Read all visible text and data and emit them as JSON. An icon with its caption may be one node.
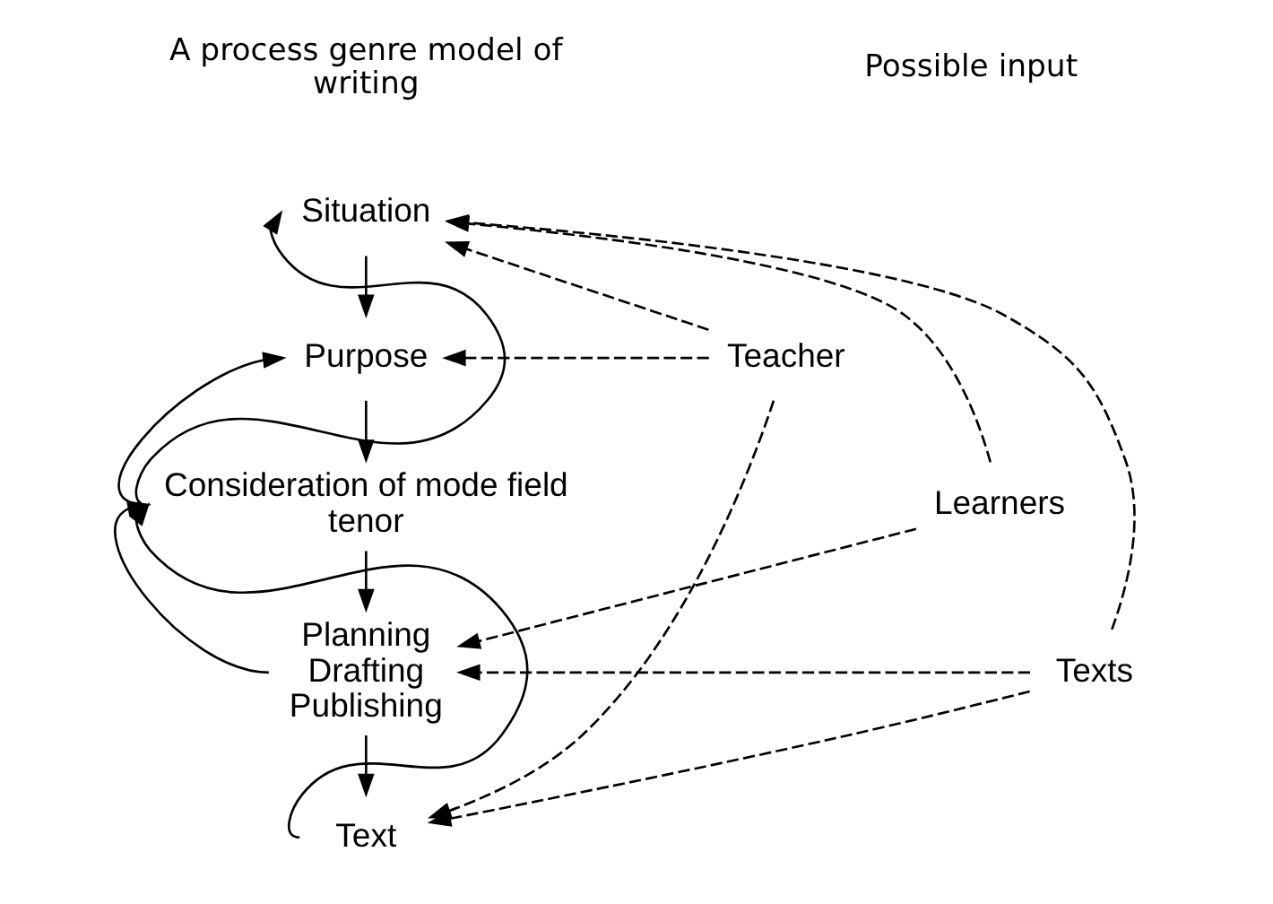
{
  "diagram": {
    "nodes": [
      {
        "text": [
          "Situation"
        ]
      },
      {
        "text": [
          "Purpose"
        ]
      },
      {
        "text": [
          "Consideration of mode field tenor"
        ]
      },
      {
        "text": [
          "Planning Drafting Publishing"
        ]
      },
      {
        "text": [
          "Text"
        ]
      },
      {
        "text": [
          "Teacher"
        ]
      },
      {
        "text": [
          "Learners"
        ]
      },
      {
        "text": [
          "Texts"
        ]
      }
    ],
    "edges": [
      {
        "from": 0,
        "to": 1,
        "arrow": "to"
      },
      {
        "from": 1,
        "to": 2,
        "arrow": "to"
      },
      {
        "from": 2,
        "to": 3,
        "arrow": "to"
      },
      {
        "from": 3,
        "to": 4,
        "arrow": "to"
      },
      {
        "from": 2,
        "to": 0,
        "arrow": "to"
      },
      {
        "from": 2,
        "to": 1,
        "arrow": "to"
      },
      {
        "from": 3,
        "to": 2,
        "arrow": "to"
      },
      {
        "from": 4,
        "to": 2,
        "arrow": "to"
      },
      {
        "from": 5,
        "to": 0,
        "arrow": "to",
        "style": "dashed"
      },
      {
        "from": 5,
        "to": 1,
        "arrow": "to",
        "style": "dashed"
      },
      {
        "from": 5,
        "to": 4,
        "arrow": "to",
        "style": "dashed"
      },
      {
        "from": 6,
        "to": 0,
        "arrow": "to",
        "style": "dashed"
      },
      {
        "from": 6,
        "to": 3,
        "arrow": "to",
        "style": "dashed"
      },
      {
        "from": 7,
        "to": 0,
        "arrow": "to",
        "style": "dashed"
      },
      {
        "from": 7,
        "to": 3,
        "arrow": "to",
        "style": "dashed"
      },
      {
        "from": 7,
        "to": 4,
        "arrow": "to",
        "style": "dashed"
      }
    ],
    "labels": [
      "A process genre model of writing",
      "Possible input"
    ]
  }
}
